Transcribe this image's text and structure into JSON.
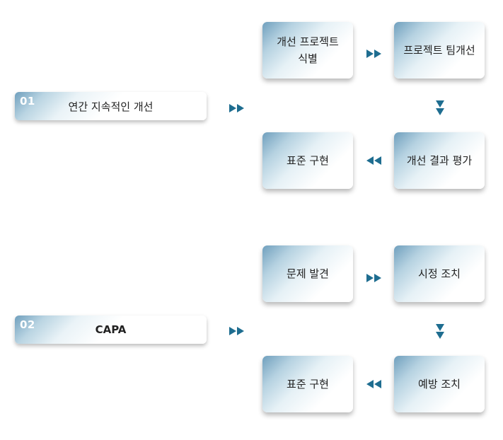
{
  "colors": {
    "arrow": "#1e6d90",
    "box_gradient_dark": "#6f9fbd",
    "box_gradient_light": "#ffffff"
  },
  "groups": [
    {
      "number": "01",
      "label": "연간 지속적인 개선",
      "steps": {
        "top_left": [
          "개선 프로젝트",
          "식별"
        ],
        "top_right": [
          "프로젝트 팀개선"
        ],
        "bottom_right": [
          "개선 결과 평가"
        ],
        "bottom_left": [
          "표준 구현"
        ]
      }
    },
    {
      "number": "02",
      "label": "CAPA",
      "steps": {
        "top_left": [
          "문제 발견"
        ],
        "top_right": [
          "시정 조치"
        ],
        "bottom_right": [
          "예방 조치"
        ],
        "bottom_left": [
          "표준 구현"
        ]
      }
    }
  ]
}
